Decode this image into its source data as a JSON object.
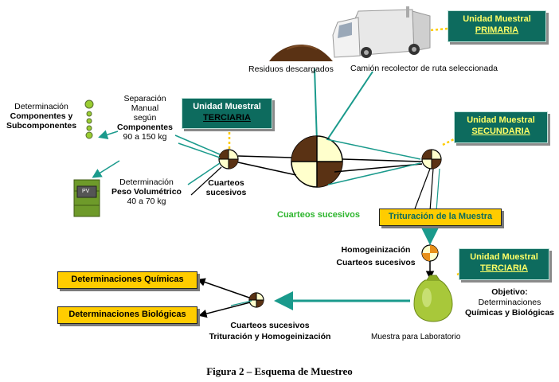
{
  "colors": {
    "teal_box": "#0d6b5e",
    "teal_line": "#1a9a8c",
    "yellow_text": "#ffff66",
    "white_text": "#ffffff",
    "green_label": "#2db52d",
    "yellow_box": "#ffcc00",
    "dark_brown": "#5a3214",
    "cream": "#ffffcc"
  },
  "boxes": {
    "primaria": {
      "title": "Unidad Muestral",
      "level": "PRIMARIA"
    },
    "secundaria": {
      "title": "Unidad Muestral",
      "level": "SECUNDARIA"
    },
    "terciaria_top": {
      "title": "Unidad Muestral",
      "level": "TERCIARIA"
    },
    "terciaria_bottom": {
      "title": "Unidad Muestral",
      "level": "TERCIARIA"
    }
  },
  "labels": {
    "residuos": "Residuos descargados",
    "camion": "Camión recolector de ruta seleccionada",
    "determinacion_comp": [
      "Determinación",
      "Componentes y",
      "Subcomponentes"
    ],
    "separacion": [
      "Separación",
      "Manual",
      "según",
      "Componentes",
      "90 a 150 kg"
    ],
    "peso": [
      "Determinación",
      "Peso Volumétrico",
      "40 a 70 kg"
    ],
    "cuarteos_left": [
      "Cuarteos",
      "sucesivos"
    ],
    "cuarteos_green": "Cuarteos sucesivos",
    "trituracion_box": "Trituración de la Muestra",
    "homogeneizacion": [
      "Homogeinización",
      "Cuarteos sucesivos"
    ],
    "objetivo": [
      "Objetivo:",
      "Determinaciones",
      "Químicas y Biológicas"
    ],
    "muestra": "Muestra para Laboratorio",
    "det_quimicas": "Determinaciones Químicas",
    "det_biologicas": "Determinaciones Biológicas",
    "cuarteos_bottom": [
      "Cuarteos sucesivos",
      "Trituración y Homogeinización"
    ],
    "pv_icon_text": "PV"
  },
  "caption": "Figura 2 – Esquema de Muestreo"
}
